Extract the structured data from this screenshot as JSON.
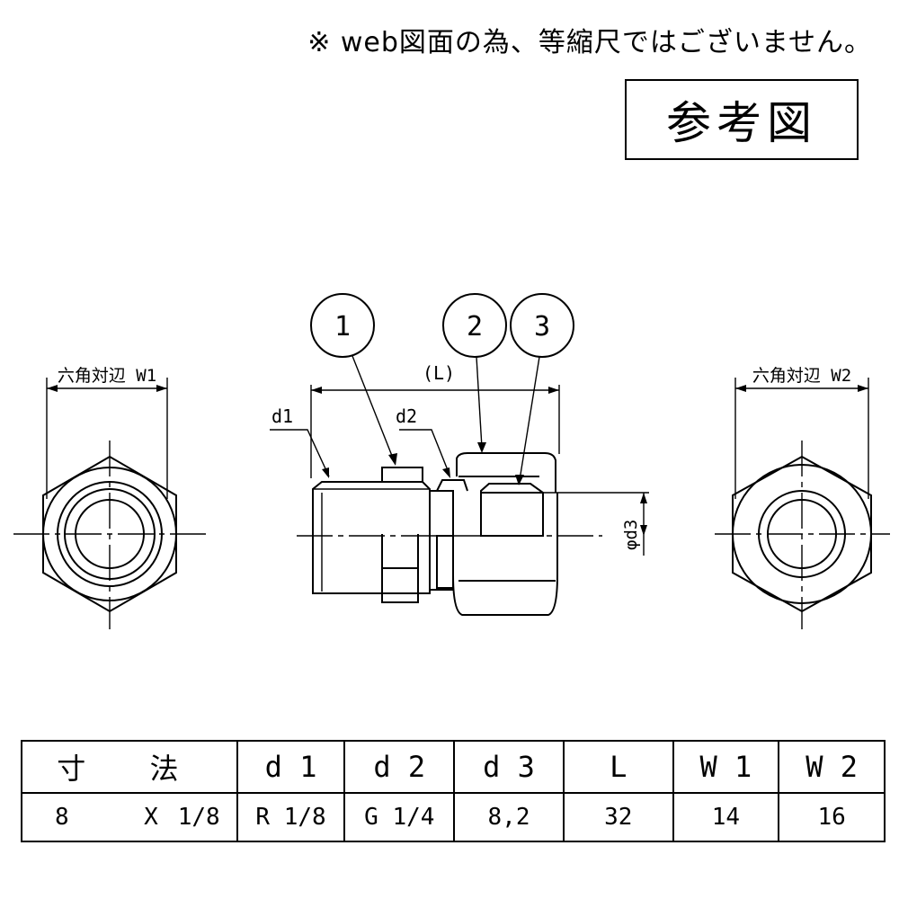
{
  "note": "※ web図面の為、等縮尺ではございません。",
  "reference_label": "参考図",
  "labels": {
    "hex_w1": "六角対辺 W1",
    "hex_w2": "六角対辺 W2",
    "length": "(L)",
    "d1": "d1",
    "d2": "d2",
    "d3": "φd3",
    "balloon_1": "1",
    "balloon_2": "2",
    "balloon_3": "3"
  },
  "table": {
    "headers": [
      "寸 法",
      "d 1",
      "d 2",
      "d 3",
      "L",
      "W 1",
      "W 2"
    ],
    "values": [
      "8 X 1/8",
      "R 1/8",
      "G 1/4",
      "8,2",
      "32",
      "14",
      "16"
    ],
    "size_parts": [
      "8",
      "X",
      "1/8"
    ]
  }
}
